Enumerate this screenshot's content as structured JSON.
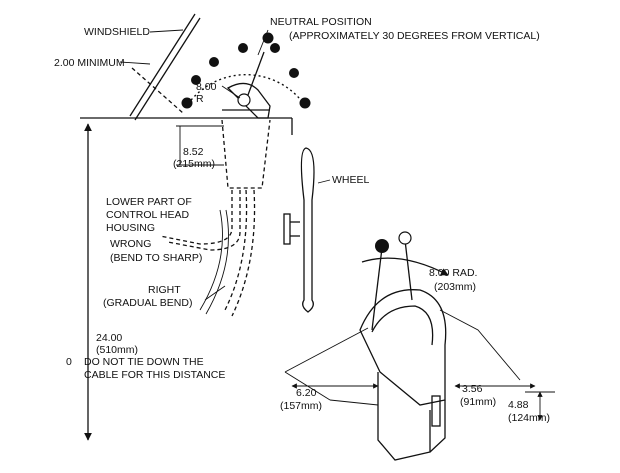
{
  "labels": {
    "windshield": "WINDSHIELD",
    "minimum": "2.00 MINIMUM",
    "neutral_line1": "NEUTRAL POSITION",
    "neutral_line2": "(APPROXIMATELY 30 DEGREES FROM VERTICAL)",
    "radius_value": "8.00",
    "radius_unit": "R",
    "height_in": "8.52",
    "height_mm": "(215mm)",
    "wheel": "WHEEL",
    "lower_part_1": "LOWER PART OF",
    "lower_part_2": "CONTROL HEAD",
    "lower_part_3": "HOUSING",
    "wrong_1": "WRONG",
    "wrong_2": "(BEND TO SHARP)",
    "right_1": "RIGHT",
    "right_2": "(GRADUAL BEND)",
    "cable_in": "24.00",
    "cable_mm": "(510mm)",
    "tie_prefix": "0",
    "tie_1": "DO NOT TIE DOWN THE",
    "tie_2": "CABLE FOR THIS DISTANCE",
    "rad_in": "8.00 RAD.",
    "rad_mm": "(203mm)",
    "width_in": "6.20",
    "width_mm": "(157mm)",
    "depth_in": "3.56",
    "depth_mm": "(91mm)",
    "height2_in": "4.88",
    "height2_mm": "(124mm)"
  }
}
